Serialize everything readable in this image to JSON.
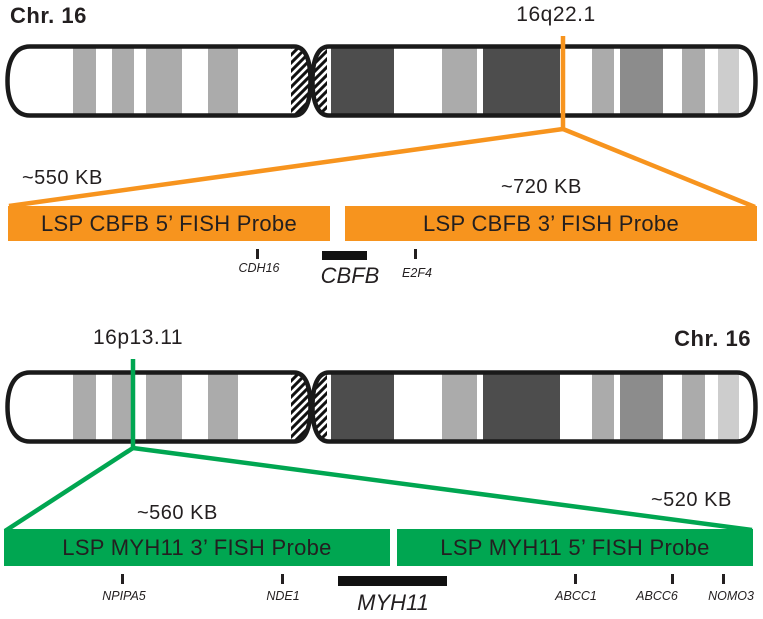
{
  "colors": {
    "orange": "#F7941E",
    "green": "#00A651",
    "text": "#231F20",
    "outline": "#1A1A1A",
    "band_dark": "#4D4D4D",
    "band_light": "#ABABAB",
    "band_medium": "#8C8C8C",
    "band_pale": "#CDCDCD"
  },
  "top_section": {
    "chromosome_label": "Chr. 16",
    "band_label": "16q22.1",
    "probe_left": {
      "label": "LSP CBFB 5’ FISH Probe",
      "size": "~550 KB"
    },
    "probe_right": {
      "label": "LSP CBFB 3’ FISH Probe",
      "size": "~720 KB"
    },
    "genes": [
      {
        "name": "CDH16"
      },
      {
        "name": "CBFB",
        "highlight": "gene-body-bar"
      },
      {
        "name": "E2F4"
      }
    ]
  },
  "bottom_section": {
    "chromosome_label": "Chr. 16",
    "band_label": "16p13.11",
    "probe_left": {
      "label": "LSP MYH11 3’ FISH Probe",
      "size": "~560 KB"
    },
    "probe_right": {
      "label": "LSP MYH11 5’ FISH Probe",
      "size": "~520 KB"
    },
    "genes": [
      {
        "name": "NPIPA5"
      },
      {
        "name": "NDE1"
      },
      {
        "name": "MYH11",
        "highlight": "gene-body-bar"
      },
      {
        "name": "ABCC1"
      },
      {
        "name": "ABCC6"
      },
      {
        "name": "NOMO3"
      }
    ]
  }
}
